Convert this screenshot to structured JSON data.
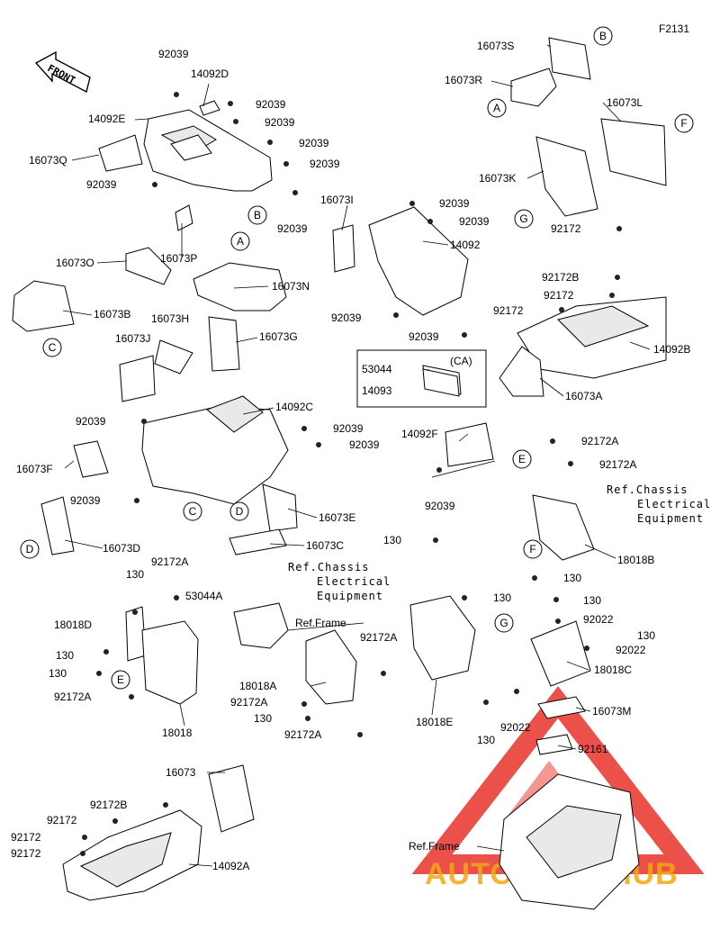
{
  "figure_code": "F2131",
  "front_label": "FRONT",
  "box_label": "(CA)",
  "watermark": "AUTOMOTOHUB",
  "part_labels": [
    {
      "id": "92039-a",
      "text": "92039"
    },
    {
      "id": "14092D",
      "text": "14092D"
    },
    {
      "id": "92039-b",
      "text": "92039"
    },
    {
      "id": "14092E",
      "text": "14092E"
    },
    {
      "id": "92039-c",
      "text": "92039"
    },
    {
      "id": "92039-d",
      "text": "92039"
    },
    {
      "id": "16073Q",
      "text": "16073Q"
    },
    {
      "id": "92039-e",
      "text": "92039"
    },
    {
      "id": "92039-f",
      "text": "92039"
    },
    {
      "id": "92039-g",
      "text": "92039"
    },
    {
      "id": "16073P",
      "text": "16073P"
    },
    {
      "id": "16073O",
      "text": "16073O"
    },
    {
      "id": "16073N",
      "text": "16073N"
    },
    {
      "id": "16073B",
      "text": "16073B"
    },
    {
      "id": "16073H",
      "text": "16073H"
    },
    {
      "id": "16073J",
      "text": "16073J"
    },
    {
      "id": "16073G",
      "text": "16073G"
    },
    {
      "id": "14092C",
      "text": "14092C"
    },
    {
      "id": "92039-h",
      "text": "92039"
    },
    {
      "id": "92039-i",
      "text": "92039"
    },
    {
      "id": "92039-j",
      "text": "92039"
    },
    {
      "id": "16073F",
      "text": "16073F"
    },
    {
      "id": "92039-k",
      "text": "92039"
    },
    {
      "id": "16073E",
      "text": "16073E"
    },
    {
      "id": "16073D",
      "text": "16073D"
    },
    {
      "id": "16073C",
      "text": "16073C"
    },
    {
      "id": "16073S",
      "text": "16073S"
    },
    {
      "id": "16073R",
      "text": "16073R"
    },
    {
      "id": "16073L",
      "text": "16073L"
    },
    {
      "id": "16073K",
      "text": "16073K"
    },
    {
      "id": "16073I",
      "text": "16073I"
    },
    {
      "id": "92039-l",
      "text": "92039"
    },
    {
      "id": "92039-m",
      "text": "92039"
    },
    {
      "id": "14092",
      "text": "14092"
    },
    {
      "id": "92039-n",
      "text": "92039"
    },
    {
      "id": "92039-o",
      "text": "92039"
    },
    {
      "id": "92172-a",
      "text": "92172"
    },
    {
      "id": "92172B-a",
      "text": "92172B"
    },
    {
      "id": "92172-b",
      "text": "92172"
    },
    {
      "id": "92172-c",
      "text": "92172"
    },
    {
      "id": "14092B",
      "text": "14092B"
    },
    {
      "id": "16073A",
      "text": "16073A"
    },
    {
      "id": "53044",
      "text": "53044"
    },
    {
      "id": "14093",
      "text": "14093"
    },
    {
      "id": "14092F",
      "text": "14092F"
    },
    {
      "id": "92039-p",
      "text": "92039"
    },
    {
      "id": "92172A-a",
      "text": "92172A"
    },
    {
      "id": "92172A-b",
      "text": "92172A"
    },
    {
      "id": "18018B",
      "text": "18018B"
    },
    {
      "id": "130-a",
      "text": "130"
    },
    {
      "id": "130-b",
      "text": "130"
    },
    {
      "id": "130-c",
      "text": "130"
    },
    {
      "id": "130-d",
      "text": "130"
    },
    {
      "id": "92022-a",
      "text": "92022"
    },
    {
      "id": "130-e",
      "text": "130"
    },
    {
      "id": "92022-b",
      "text": "92022"
    },
    {
      "id": "18018C",
      "text": "18018C"
    },
    {
      "id": "16073M",
      "text": "16073M"
    },
    {
      "id": "92022-c",
      "text": "92022"
    },
    {
      "id": "130-f",
      "text": "130"
    },
    {
      "id": "92161",
      "text": "92161"
    },
    {
      "id": "18018E",
      "text": "18018E"
    },
    {
      "id": "92172A-c",
      "text": "92172A"
    },
    {
      "id": "92172A-d",
      "text": "92172A"
    },
    {
      "id": "130-g",
      "text": "130"
    },
    {
      "id": "92172A-e",
      "text": "92172A"
    },
    {
      "id": "18018A",
      "text": "18018A"
    },
    {
      "id": "130-h",
      "text": "130"
    },
    {
      "id": "92172A-f",
      "text": "92172A"
    },
    {
      "id": "53044A",
      "text": "53044A"
    },
    {
      "id": "18018D",
      "text": "18018D"
    },
    {
      "id": "130-i",
      "text": "130"
    },
    {
      "id": "130-j",
      "text": "130"
    },
    {
      "id": "92172A-g",
      "text": "92172A"
    },
    {
      "id": "18018",
      "text": "18018"
    },
    {
      "id": "16073",
      "text": "16073"
    },
    {
      "id": "92172B-b",
      "text": "92172B"
    },
    {
      "id": "92172-d",
      "text": "92172"
    },
    {
      "id": "92172-e",
      "text": "92172"
    },
    {
      "id": "92172-f",
      "text": "92172"
    },
    {
      "id": "14092A",
      "text": "14092A"
    }
  ],
  "references": [
    {
      "id": "ref-frame-1",
      "text": "Ref.Frame"
    },
    {
      "id": "ref-frame-2",
      "text": "Ref.Frame"
    }
  ],
  "ref_chassis_1": [
    "Ref.Chassis",
    "Electrical",
    "Equipment"
  ],
  "ref_chassis_2": [
    "Ref.Chassis",
    "Electrical",
    "Equipment"
  ],
  "callouts": [
    "A",
    "B",
    "C",
    "D",
    "E",
    "F",
    "G"
  ],
  "colors": {
    "line": "#000000",
    "shade": "#e9e9e9",
    "watermark_red": "#e8332a",
    "watermark_orange": "#f3a712",
    "watermark_gray": "#8e8e8e"
  }
}
